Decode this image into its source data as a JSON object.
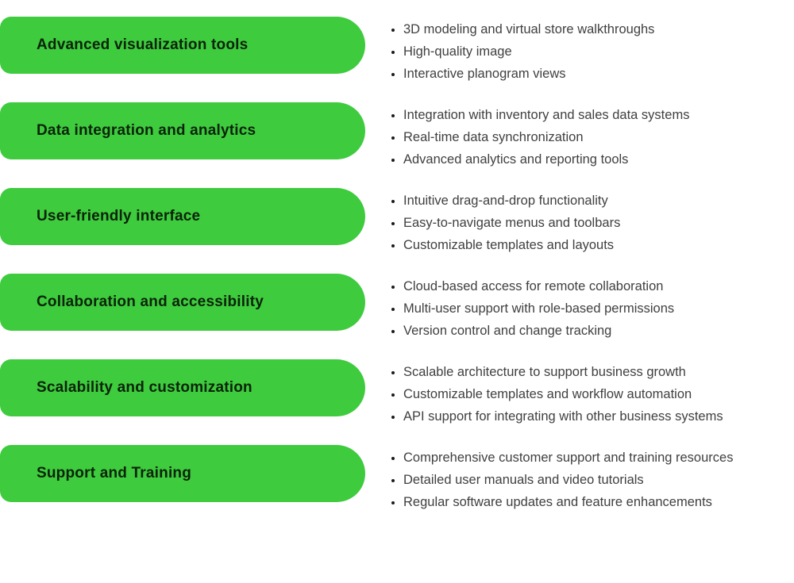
{
  "colors": {
    "pill_green": "#3ECB3E",
    "pill_text": "#0B2309",
    "bullet_text": "#404040"
  },
  "sections": [
    {
      "label": "Advanced visualization tools",
      "bullets": [
        "3D modeling and virtual store walkthroughs",
        "High-quality image",
        "Interactive planogram views"
      ]
    },
    {
      "label": "Data integration and analytics",
      "bullets": [
        "Integration with inventory and sales data systems",
        "Real-time data synchronization",
        "Advanced analytics and reporting tools"
      ]
    },
    {
      "label": "User-friendly interface",
      "bullets": [
        "Intuitive drag-and-drop functionality",
        "Easy-to-navigate menus and toolbars",
        "Customizable templates and layouts"
      ]
    },
    {
      "label": "Collaboration and accessibility",
      "bullets": [
        "Cloud-based access for remote collaboration",
        "Multi-user support with role-based permissions",
        "Version control and change tracking"
      ]
    },
    {
      "label": "Scalability and customization",
      "bullets": [
        "Scalable architecture to support business growth",
        "Customizable templates and workflow automation",
        "API support for integrating with other business systems"
      ]
    },
    {
      "label": "Support and Training",
      "bullets": [
        "Comprehensive customer support and training resources",
        "Detailed user manuals and video tutorials",
        "Regular software updates and feature enhancements"
      ]
    }
  ]
}
